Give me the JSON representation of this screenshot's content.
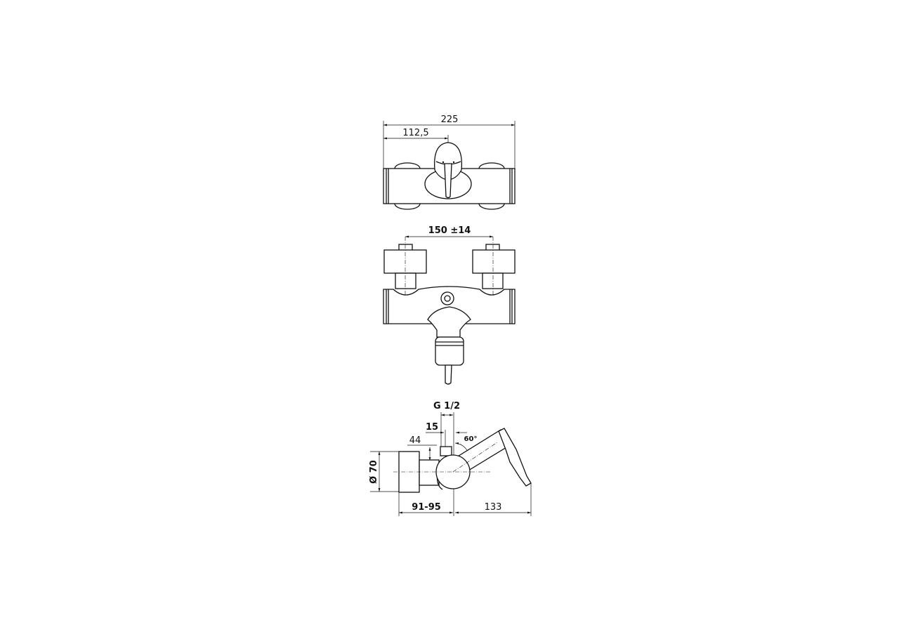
{
  "top_view": {
    "width_total": "225",
    "width_center": "112,5"
  },
  "front_view": {
    "connection_spacing": "150 ±14"
  },
  "side_view": {
    "thread": "G 1/2",
    "offset_15": "15",
    "offset_44": "44",
    "angle": "60°",
    "diameter": "Ø 70",
    "projection_wall": "91-95",
    "projection_lever": "133"
  }
}
